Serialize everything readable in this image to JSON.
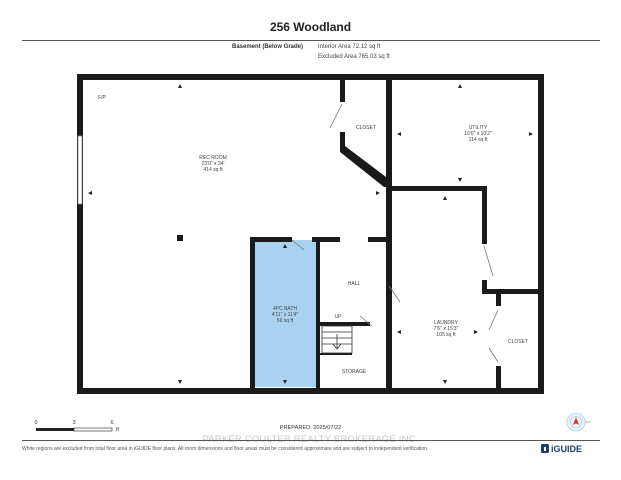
{
  "title": "256 Woodland",
  "level": {
    "name": "Basement (Below Grade)",
    "interior_area": "Interior Area 72.12 sq ft",
    "excluded_area": "Excluded Area 765.03 sq ft"
  },
  "rooms": {
    "rec_room": {
      "name": "REC ROOM",
      "dims": "23'0\" x 34'",
      "area": "414 sq ft"
    },
    "closet_top": {
      "name": "CLOSET"
    },
    "utility": {
      "name": "UTILITY",
      "dims": "10'0\" x 10'2\"",
      "area": "114 sq ft"
    },
    "bath": {
      "name": "4PC BATH",
      "dims": "4'11\" x 11'4\"",
      "area": "56 sq ft"
    },
    "hall": {
      "name": "HALL"
    },
    "up": {
      "name": "UP"
    },
    "storage": {
      "name": "STORAGE"
    },
    "laundry": {
      "name": "LAUNDRY",
      "dims": "7'6\" x 15'3\"",
      "area": "105 sq ft"
    },
    "closet_right": {
      "name": "CLOSET"
    },
    "fp": {
      "name": "F/P"
    }
  },
  "scale": {
    "ticks": [
      "0",
      "3",
      "6"
    ],
    "unit": "ft"
  },
  "prepared": "PREPARED: 2025/07/22",
  "watermark": "PARKER COULTER REALTY BROKERAGE INC.",
  "disclaimer": "White regions are excluded from total floor area in iGUIDE floor plans. All room dimensions and floor areas must be considered approximate and are subject to independent verification.",
  "brand": "iGUIDE",
  "colors": {
    "wall": "#1a1a1a",
    "bath_fill": "#a9d2f1",
    "compass_accent": "#e0312a"
  }
}
